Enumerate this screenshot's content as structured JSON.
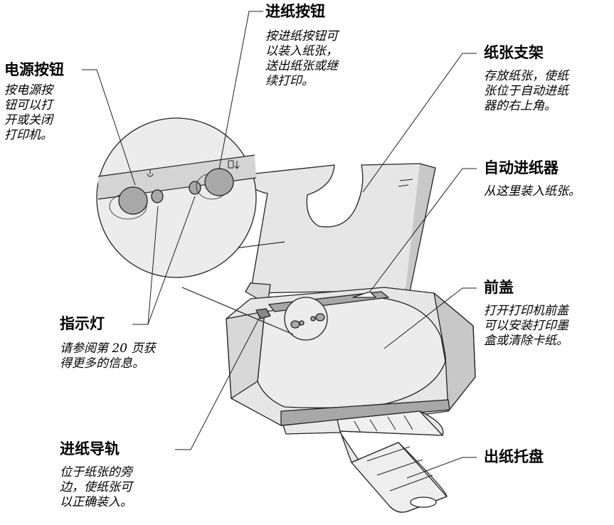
{
  "callouts": {
    "power": {
      "title": "电源按钮",
      "lines": [
        "按电源按",
        "钮可以打",
        "开或关闭",
        "打印机。"
      ]
    },
    "feed": {
      "title": "进纸按钮",
      "lines": [
        "按进纸按钮可",
        "以装入纸张，",
        "送出纸张或继",
        "续打印。"
      ]
    },
    "paper_support": {
      "title": "纸张支架",
      "lines": [
        "存放纸张，使纸",
        "张位于自动进纸",
        "器的右上角。"
      ]
    },
    "auto_feeder": {
      "title": "自动进纸器",
      "lines": [
        "从这里装入纸张。"
      ]
    },
    "front_cover": {
      "title": "前盖",
      "lines": [
        "打开打印机前盖",
        "可以安装打印墨",
        "盒或清除卡纸。"
      ]
    },
    "indicator": {
      "title": "指示灯",
      "lines": [
        "请参阅第 20 页获",
        "得更多的信息。"
      ]
    },
    "paper_guide": {
      "title": "进纸导轨",
      "lines": [
        "位于纸张的旁",
        "边，使纸张可",
        "以正确装入。"
      ]
    },
    "output_tray": {
      "title": "出纸托盘",
      "lines": []
    }
  },
  "colors": {
    "printer_fill": "#e6e6e6",
    "shadow_fill": "#c8c8c8",
    "dark_fill": "#a8a8a8",
    "line": "#222222"
  },
  "icons": [
    "power-symbol-icon",
    "paper-feed-icon"
  ]
}
